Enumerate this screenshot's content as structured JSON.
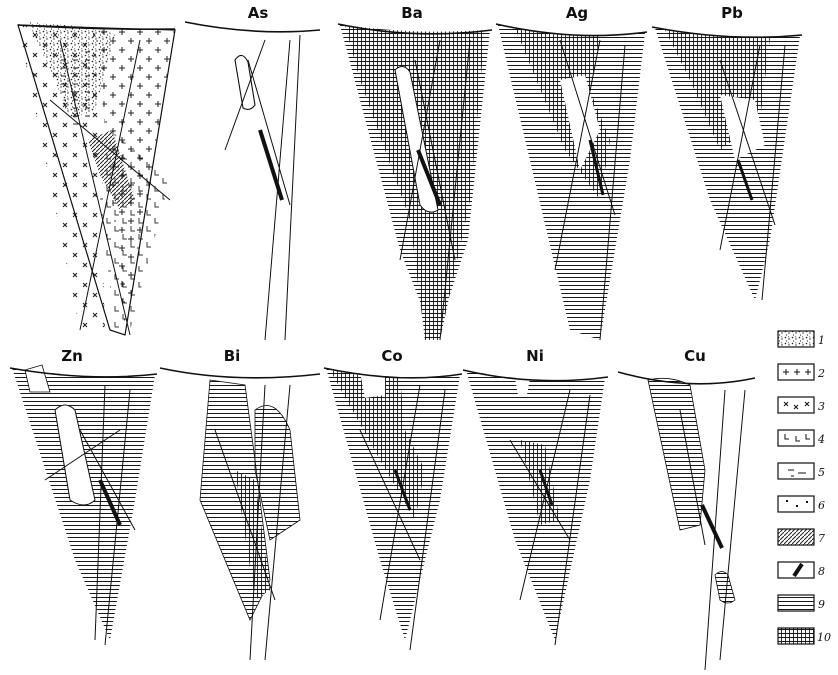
{
  "panels": [
    {
      "id": "lithology",
      "label": ""
    },
    {
      "id": "as",
      "label": "As"
    },
    {
      "id": "ba",
      "label": "Ba"
    },
    {
      "id": "ag",
      "label": "Ag"
    },
    {
      "id": "pb",
      "label": "Pb"
    },
    {
      "id": "zn",
      "label": "Zn"
    },
    {
      "id": "bi",
      "label": "Bi"
    },
    {
      "id": "co",
      "label": "Co"
    },
    {
      "id": "ni",
      "label": "Ni"
    },
    {
      "id": "cu",
      "label": "Cu"
    }
  ],
  "legend": [
    {
      "number": "1",
      "pattern": "sandy-dots"
    },
    {
      "number": "2",
      "pattern": "crosses"
    },
    {
      "number": "3",
      "pattern": "x-marks"
    },
    {
      "number": "4",
      "pattern": "angle-marks"
    },
    {
      "number": "5",
      "pattern": "dashes"
    },
    {
      "number": "6",
      "pattern": "sparse-dots"
    },
    {
      "number": "7",
      "pattern": "diagonal-hatch"
    },
    {
      "number": "8",
      "pattern": "vein"
    },
    {
      "number": "9",
      "pattern": "horizontal-lines"
    },
    {
      "number": "10",
      "pattern": "grid"
    }
  ]
}
